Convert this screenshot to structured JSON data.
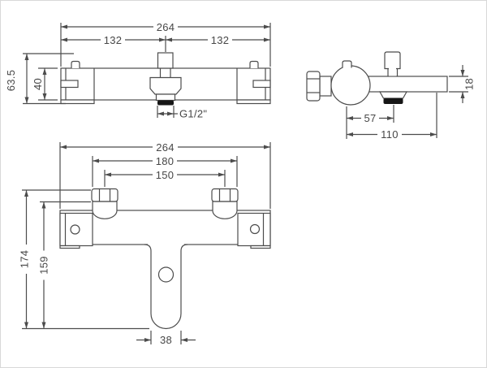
{
  "document": {
    "type": "technical-dimension-drawing",
    "subject": "wall-mounted thermostatic bar valve / bath shower mixer, three orthographic views"
  },
  "colors": {
    "line": "#4c4c4c",
    "text": "#474747",
    "seal": "#161616",
    "background": "#ffffff"
  },
  "views": {
    "front": {
      "label": "front view (bar valve)",
      "dims": {
        "overall_width": "264",
        "left_half": "132",
        "right_half": "132",
        "overall_height": "63.5",
        "body_height": "40",
        "outlet_thread": "G1/2\""
      }
    },
    "side": {
      "label": "side view",
      "dims": {
        "body_depth": "18",
        "outlet_center_offset": "57",
        "overall_depth": "110"
      }
    },
    "front_spout": {
      "label": "front view (with bath spout)",
      "dims": {
        "overall_width": "264",
        "inlet_outer_spacing": "180",
        "inlet_center_spacing": "150",
        "overall_height": "174",
        "height_to_spout_tip": "159",
        "spout_width": "38"
      }
    }
  }
}
